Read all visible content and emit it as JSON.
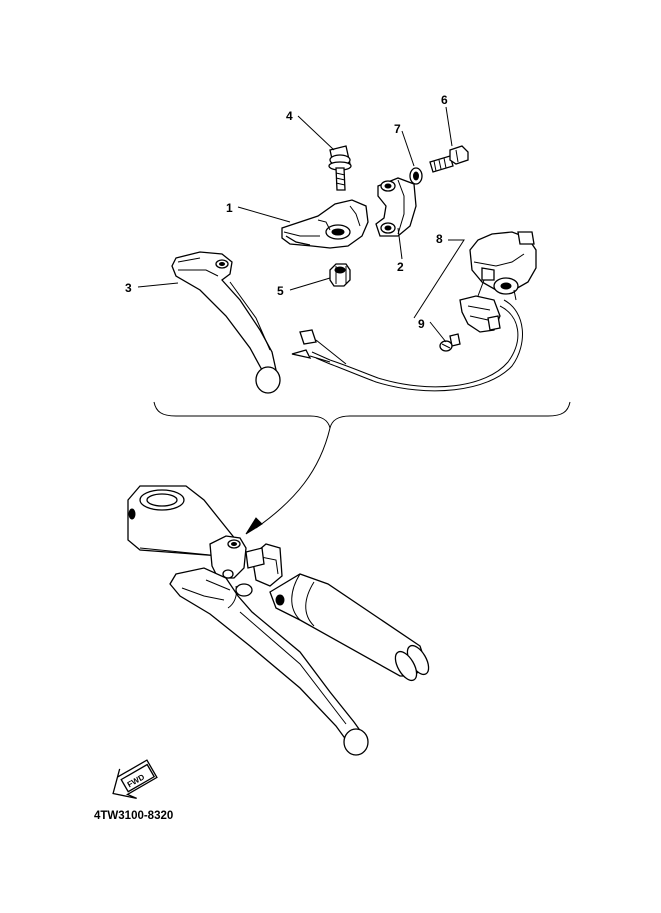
{
  "diagram": {
    "part_numbers": [
      {
        "id": "1",
        "label": "1"
      },
      {
        "id": "2",
        "label": "2"
      },
      {
        "id": "3",
        "label": "3"
      },
      {
        "id": "4",
        "label": "4"
      },
      {
        "id": "5",
        "label": "5"
      },
      {
        "id": "6",
        "label": "6"
      },
      {
        "id": "7",
        "label": "7"
      },
      {
        "id": "8",
        "label": "8"
      },
      {
        "id": "9",
        "label": "9"
      }
    ],
    "direction_arrow_text": "FWD",
    "drawing_code": "4TW3100-8320"
  }
}
